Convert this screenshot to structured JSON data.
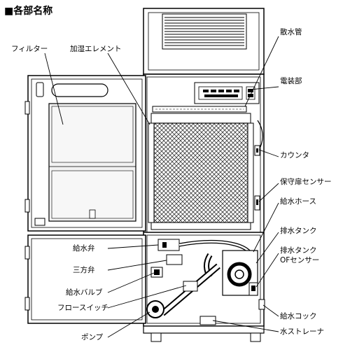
{
  "title": "■各部名称",
  "labels": {
    "filter": "フィルター",
    "humidify_element": "加湿エレメント",
    "diffuser_pipe": "散水管",
    "electrical_box": "電装部",
    "counter": "カウンタ",
    "door_sensor": "保守扉センサー",
    "supply_hose": "給水ホース",
    "drain_tank": "排水タンク",
    "drain_tank_of_sensor_1": "排水タンク",
    "drain_tank_of_sensor_2": "OFセンサー",
    "supply_valve": "給水弁",
    "three_way_valve": "三方弁",
    "supply_ball_valve": "給水バルブ",
    "float_switch": "フロースイッチ",
    "pump": "ポンプ",
    "supply_cock": "給水コック",
    "water_strainer": "水ストレーナ"
  }
}
